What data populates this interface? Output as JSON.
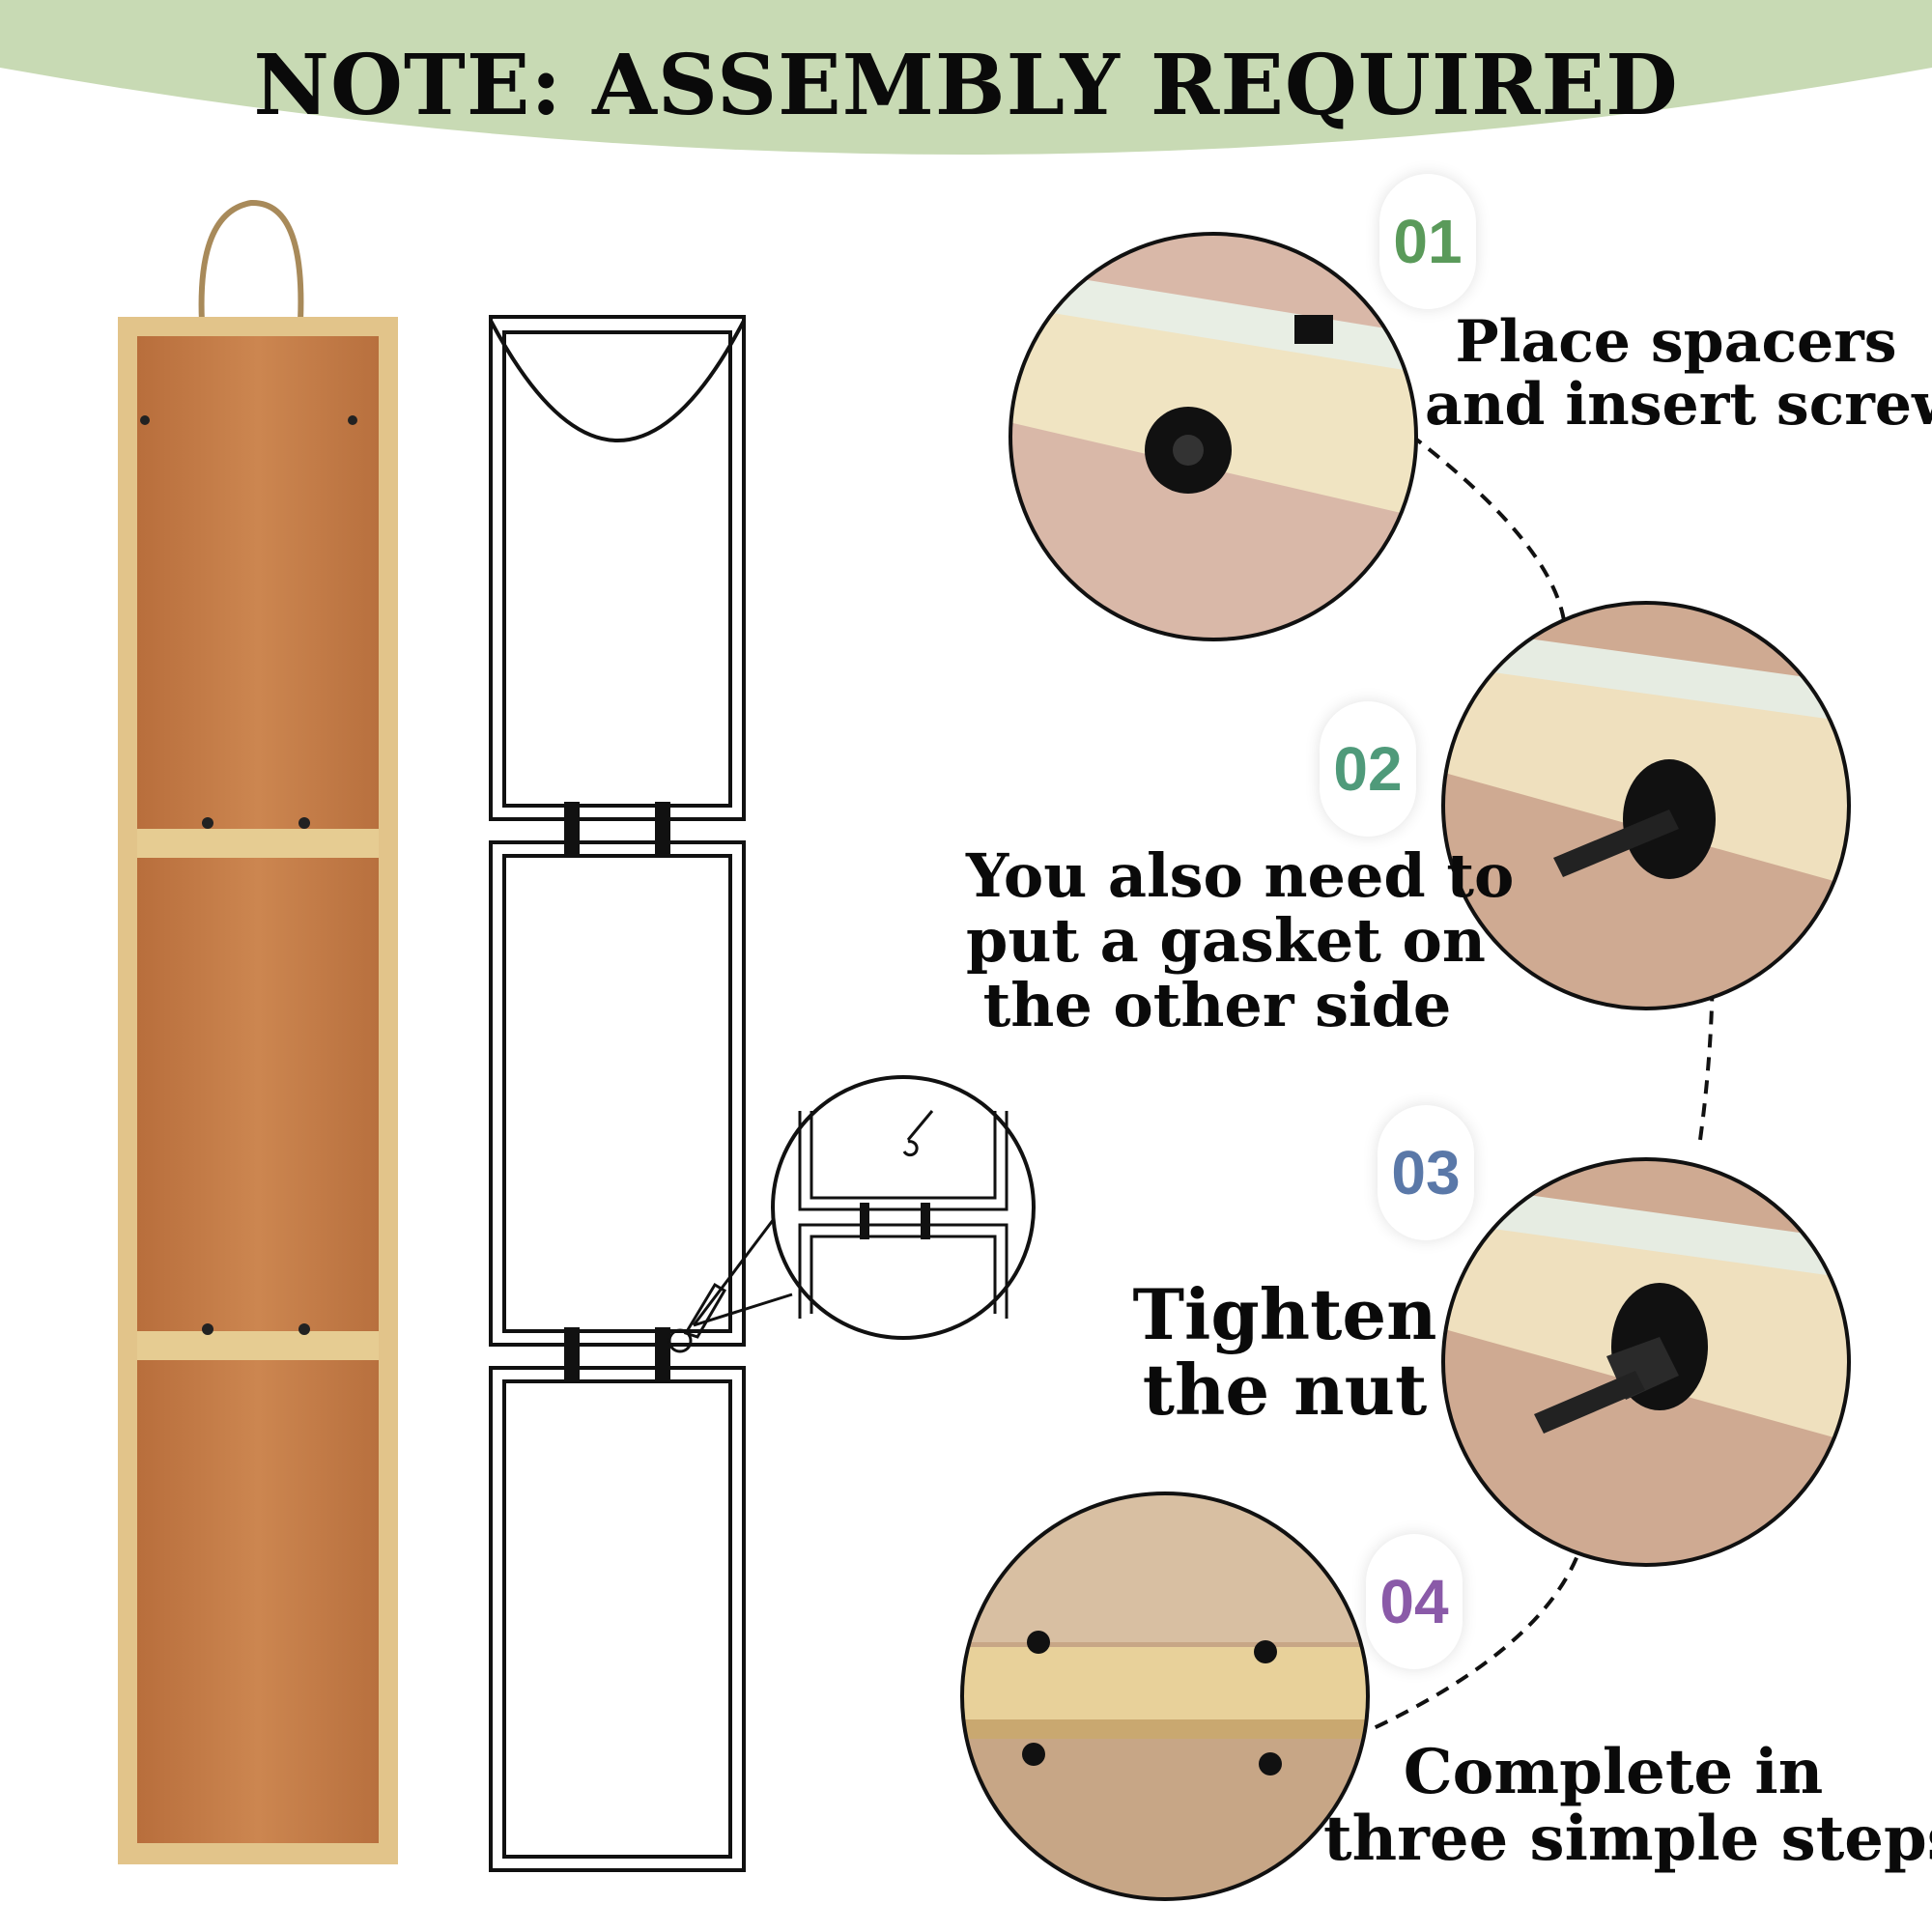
{
  "header": {
    "title": "NOTE: ASSEMBLY REQUIRED",
    "banner_color": "#c8dab4"
  },
  "steps": [
    {
      "number": "01",
      "color": "#5a9a5a",
      "lines": [
        "Place spacers",
        "and insert screws"
      ]
    },
    {
      "number": "02",
      "color": "#4f9a7a",
      "lines": [
        "You also need to",
        "put a gasket on",
        "the other side"
      ]
    },
    {
      "number": "03",
      "color": "#5a78a8",
      "lines": [
        "Tighten",
        "the nut"
      ]
    },
    {
      "number": "04",
      "color": "#8a5aa8",
      "lines": [
        "Complete in",
        "three simple steps"
      ]
    }
  ]
}
